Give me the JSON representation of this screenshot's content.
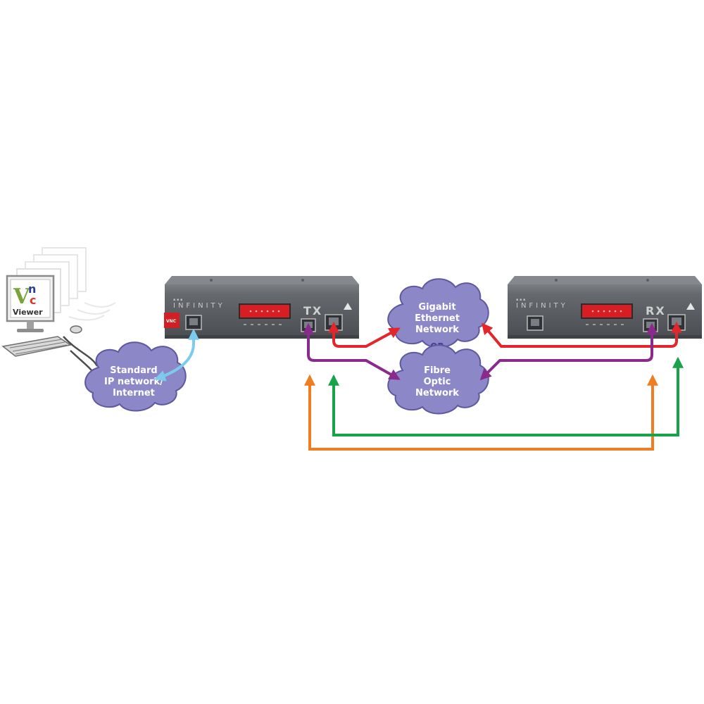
{
  "colors": {
    "cloud_fill": "#8c88c8",
    "cloud_stroke": "#5d58a0",
    "cloud_text": "#ffffff",
    "or_text": "#4b3a8c",
    "device_body": "#5e6166",
    "device_top": "#74777c",
    "display_red": "#d81e22",
    "arrow_red": "#e3262b",
    "arrow_purple": "#8b2a8d",
    "arrow_orange": "#ef7d22",
    "arrow_green": "#16a34a",
    "arrow_blue": "#7ccbee"
  },
  "vnc_viewer": {
    "logo_v": "V",
    "logo_n": "n",
    "logo_c": "c",
    "caption": "Viewer"
  },
  "clouds": {
    "standard": {
      "line1": "Standard",
      "line2": "IP network/",
      "line3": "Internet"
    },
    "gigabit": {
      "line1": "Gigabit",
      "line2": "Ethernet",
      "line3": "Network"
    },
    "fibre": {
      "line1": "Fibre",
      "line2": "Optic",
      "line3": "Network"
    }
  },
  "or_label": "OR",
  "tx_unit": {
    "brand": "INFINITY",
    "mode": "TX",
    "badge": "VNC"
  },
  "rx_unit": {
    "brand": "INFINITY",
    "mode": "RX"
  },
  "icons": {
    "computer": "monitor-stack-icon",
    "keyboard": "keyboard-icon",
    "mouse": "mouse-icon",
    "rj45": "network-port-icon"
  }
}
